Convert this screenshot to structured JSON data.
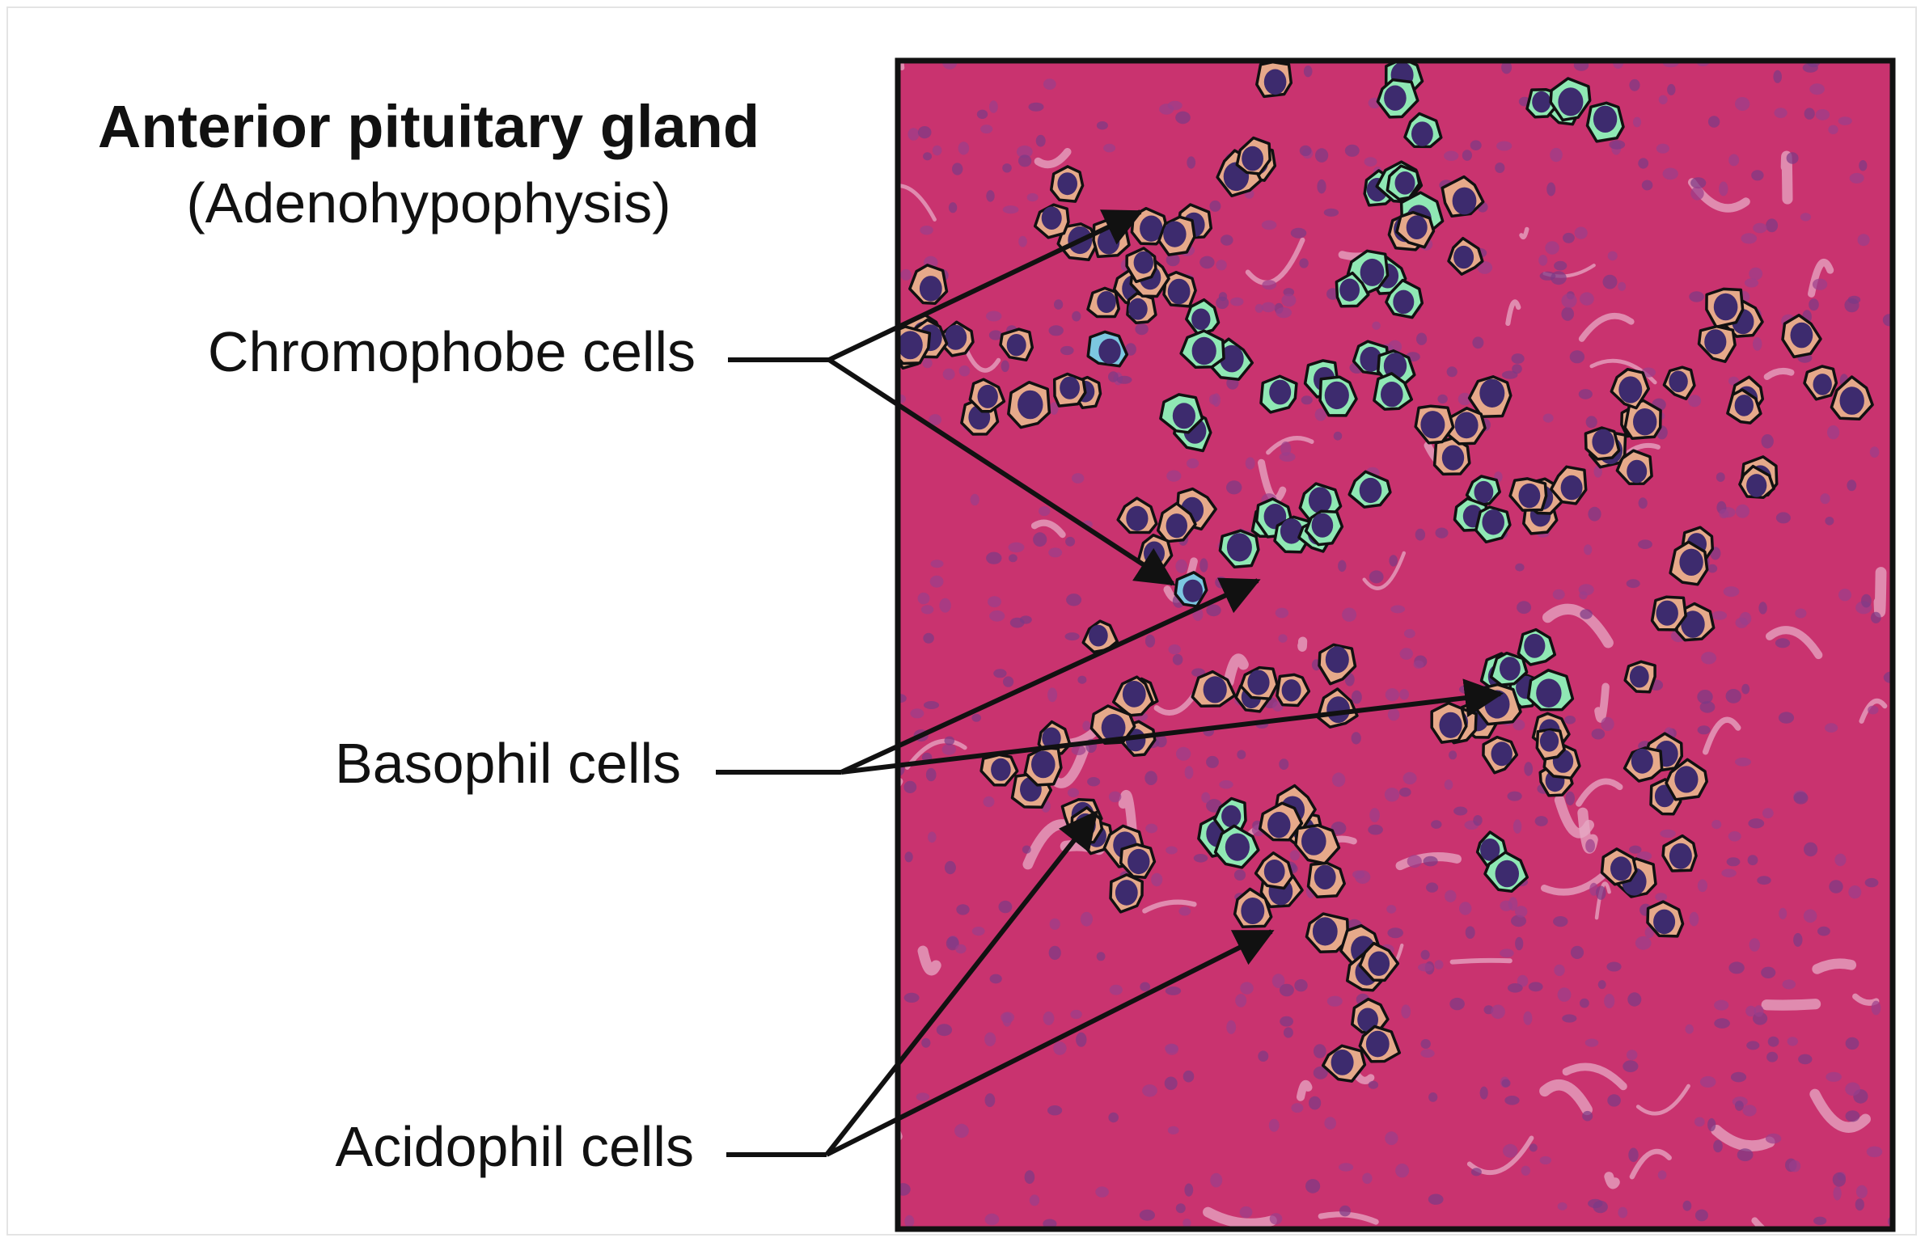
{
  "title": "Anterior pituitary gland",
  "subtitle": "(Adenohypophysis)",
  "labels": {
    "chromophobe": "Chromophobe cells",
    "basophil": "Basophil cells",
    "acidophil": "Acidophil cells"
  },
  "colors": {
    "tissue_background": "#c9336f",
    "tissue_light": "#e7a9c4",
    "nucleus": "#3d2b6e",
    "acidophil_cell": "#e6a98a",
    "basophil_cell": "#8fe8b4",
    "chromophobe_cell": "#7cc7e0",
    "outline": "#111111"
  }
}
